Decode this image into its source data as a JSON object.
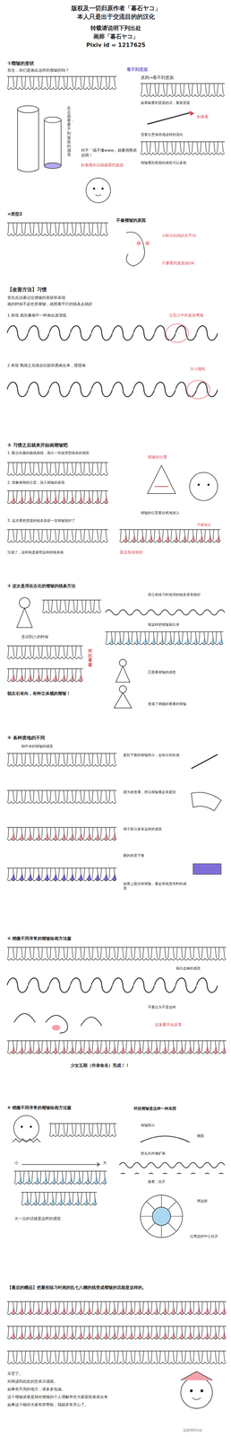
{
  "diagram": {
    "labels": [
      "版权及一切归原作者「暮石ヤコ」",
      "本人只是出于交流目的的汉化",
      "转载请说明下列出处",
      "画师「暮石ヤコ」",
      "Pixiv id = 1217625",
      "①褶皱的形状",
      "首先，你们是画出这样的褶皱的吗？",
      "看不到里面",
      "原则→看不到里面",
      "如果能看到里面的话，要画里面",
      "从正面看，看不到里面的感觉",
      "对于「搞不懂www」就要用图表说明！",
      "斜着看的话就能看到里面",
      "斜着看",
      "需要注意保持成这样的流向",
      "褶皱看到里面的感觉可以多画",
      "×类型2",
      "不像褶皱的原因",
      "①和②的间距太平均",
      "只要看到里面就OK",
      "【改善方法】习惯",
      "首先先试着记住褶皱的形状和表现",
      "画的时候不必在意褶皱，就照着平行的线条走就好",
      "1 表现 就先像画中一样画出波浪线",
      "注意让中间更加弯曲",
      "2 表现 熟练之后就会比较容易画出来，慢慢画",
      "大小随机",
      "② 习惯之后就来开始画褶皱吧",
      "1. 配合衣服的曲线画线，画出一些波浪型线条的感觉",
      "褶皱的位置",
      "2. 想象裙褶的位置，加入褶皱的表现",
      "褶皱的位置要自然地加入",
      "3. 这次要把里面的线条加进一道褶皱就好了",
      "不要画出",
      "完成了，这样就是参照这样的线来画",
      "里边加深就好",
      "③ 这次是用在左右的褶皱的线条方法",
      "用之前练习时使用的线条变形就好",
      "就这样把褶皱画出来",
      "意识到八的时候",
      "对比看看",
      "正面看褶皱的感觉",
      "朝左右有向，有种立体感的褶皱！",
      "变成了稍微斜着看的褶皱",
      "④ 各种质地的不同",
      "朝中央的褶皱的感觉",
      "柔软下垂的褶皱部分，会给出轻松感",
      "因为材质薄，所以褶皱看起来柔软",
      "褶子部分多有这样的感觉",
      "硬的材质下垂",
      "如果上面没有褶皱，看起来就是布料的感觉",
      "⑤ 稍微不同寻常的褶皱绘画方法篇",
      "画出边缘的感觉",
      "不要以为不是这样",
      "这里要开始反复",
      "少女五期（作者命名）完成！！",
      "⑥ 稍微不同寻常的褶皱绘画方法篇",
      "环状褶皱是这样一种东西",
      "褶皱部分",
      "侧面",
      "把头向外侧扩展",
      "小",
      "大",
      "接着，拉开",
      "周边部",
      "以周边的中心拉开",
      "大一点的话就是这样的感觉",
      "【最后的赠品】把最初练习时画的乱七八糟的线变成褶皱的话就是这样的。",
      "辛苦了。",
      "对阅读到此处的您表示感谢。",
      "如果有不周的地方，请多多包涵。",
      "这个褶皱讲座是我对褶皱的个人理解并在大家面前发表出来",
      "如果这个能对大家有所帮助，我就非常开心了。",
      "@微博Alogi"
    ]
  }
}
